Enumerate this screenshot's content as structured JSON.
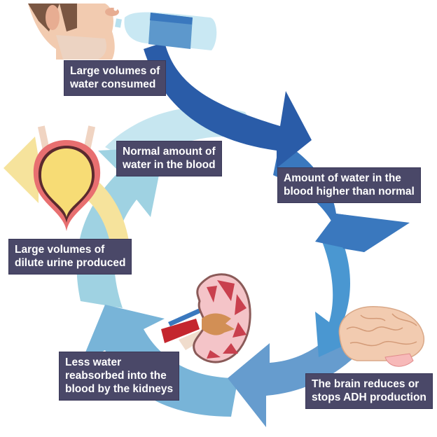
{
  "diagram": {
    "title": "Regulation of water in the blood when too much water is consumed",
    "colors": {
      "label_bg": "#4a4868",
      "label_text": "#ffffff",
      "arrow_dark_blue": "#2a5ca8",
      "arrow_mid_blue": "#3a78be",
      "arrow_blue": "#4a97d1",
      "arrow_steel_blue": "#669cce",
      "arrow_light_blue": "#78b4d8",
      "arrow_pale_blue": "#9fd2e2",
      "arrow_palest_blue": "#c6e6f0",
      "urine_arrow_yellow": "#f6e39c"
    },
    "steps": [
      {
        "id": "water-consumed",
        "lines": [
          "Large volumes of",
          "water consumed"
        ],
        "icon": "person-drinking-water-icon"
      },
      {
        "id": "water-higher",
        "lines": [
          "Amount of water in the",
          "blood higher than normal"
        ],
        "icon": ""
      },
      {
        "id": "brain-reduces-adh",
        "lines": [
          "The brain reduces or",
          "stops ADH production"
        ],
        "icon": "brain-icon"
      },
      {
        "id": "less-reabsorbed",
        "lines": [
          "Less water",
          "reabsorbed into the",
          "blood by the kidneys"
        ],
        "icon": "kidney-icon"
      },
      {
        "id": "dilute-urine",
        "lines": [
          "Large volumes of",
          "dilute urine produced"
        ],
        "icon": "bladder-icon"
      },
      {
        "id": "normal-water",
        "lines": [
          "Normal amount of",
          "water in the blood"
        ],
        "icon": ""
      }
    ]
  }
}
